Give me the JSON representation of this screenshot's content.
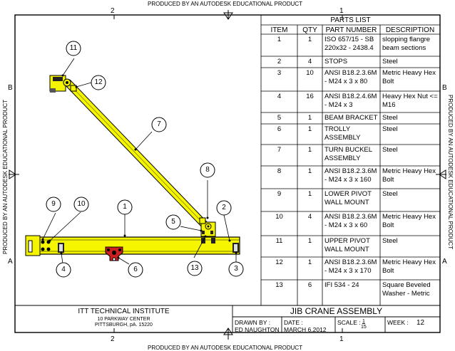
{
  "watermark": "PRODUCED BY AN AUTODESK EDUCATIONAL PRODUCT",
  "zones": {
    "top_left": "2",
    "top_right": "1",
    "bottom_left": "2",
    "bottom_right": "1",
    "side_upper": "B",
    "side_lower": "A"
  },
  "parts_list": {
    "title": "PARTS LIST",
    "headers": [
      "ITEM",
      "QTY",
      "PART NUMBER",
      "DESCRIPTION"
    ],
    "rows": [
      {
        "item": "1",
        "qty": "1",
        "part": "ISO 657/15 - SB 220x32 - 2438.4",
        "desc": "slopping flangre beam sections"
      },
      {
        "item": "2",
        "qty": "4",
        "part": "STOPS",
        "desc": "Steel"
      },
      {
        "item": "3",
        "qty": "10",
        "part": "ANSI B18.2.3.6M - M24 x 3 x 80",
        "desc": "Metric Heavy Hex Bolt"
      },
      {
        "item": "4",
        "qty": "16",
        "part": "ANSI B18.2.4.6M - M24 x 3",
        "desc": "Heavy Hex Nut <= M16"
      },
      {
        "item": "5",
        "qty": "1",
        "part": "BEAM BRACKET",
        "desc": "Steel"
      },
      {
        "item": "6",
        "qty": "1",
        "part": "TROLLY ASSEMBLY",
        "desc": "Steel"
      },
      {
        "item": "7",
        "qty": "1",
        "part": "TURN BUCKEL ASSEMBLY",
        "desc": "Steel"
      },
      {
        "item": "8",
        "qty": "1",
        "part": "ANSI B18.2.3.6M - M24 x 3 x 160",
        "desc": "Metric Heavy Hex Bolt"
      },
      {
        "item": "9",
        "qty": "1",
        "part": "LOWER PIVOT WALL MOUNT",
        "desc": "Steel"
      },
      {
        "item": "10",
        "qty": "4",
        "part": "ANSI B18.2.3.6M - M24 x 3 x 60",
        "desc": "Metric Heavy Hex Bolt"
      },
      {
        "item": "11",
        "qty": "1",
        "part": "UPPER PIVOT WALL MOUNT",
        "desc": "Steel"
      },
      {
        "item": "12",
        "qty": "1",
        "part": "ANSI B18.2.3.6M - M24 x 3 x 170",
        "desc": "Metric Heavy Hex Bolt"
      },
      {
        "item": "13",
        "qty": "6",
        "part": "IFI 534 - 24",
        "desc": "Square Beveled Washer - Metric"
      }
    ]
  },
  "balloons": [
    "1",
    "2",
    "3",
    "4",
    "5",
    "6",
    "7",
    "8",
    "9",
    "10",
    "11",
    "12",
    "13"
  ],
  "title_block": {
    "institute": "ITT TECHNICAL INSTITUTE",
    "address1": "10 PARKWAY CENTER",
    "address2": "PITTSBURGH, pA. 15220",
    "title": "JIB CRANE ASSEMBLY",
    "drawn_by_label": "DRAWN BY :",
    "drawn_by": "ED NAUGHTON",
    "date_label": "DATE :",
    "date": "MARCH 6,2012",
    "scale_label": "SCALE :",
    "scale_num": "1",
    "scale_den": "15",
    "week_label": "WEEK :",
    "week": "12"
  },
  "colors": {
    "part_fill": "#f5f500",
    "trolley": "#cc1f1f",
    "line": "#000000"
  }
}
